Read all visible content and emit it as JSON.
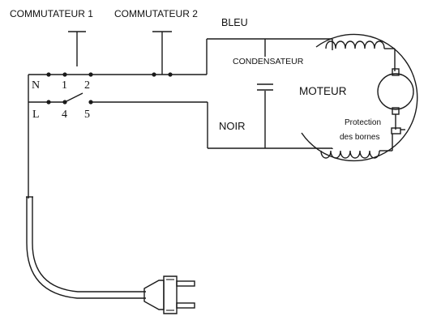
{
  "labels": {
    "switch1": "COMMUTATEUR 1",
    "switch2": "COMMUTATEUR 2",
    "blue": "BLEU",
    "capacitor": "CONDENSATEUR",
    "motor": "MOTEUR",
    "black": "NOIR",
    "protection_line1": "Protection",
    "protection_line2": "des bornes"
  },
  "terminals": {
    "n": "N",
    "one": "1",
    "two": "2",
    "l": "L",
    "four": "4",
    "five": "5"
  },
  "colors": {
    "line": "#1a1a1a",
    "text": "#111111",
    "background": "#ffffff"
  }
}
